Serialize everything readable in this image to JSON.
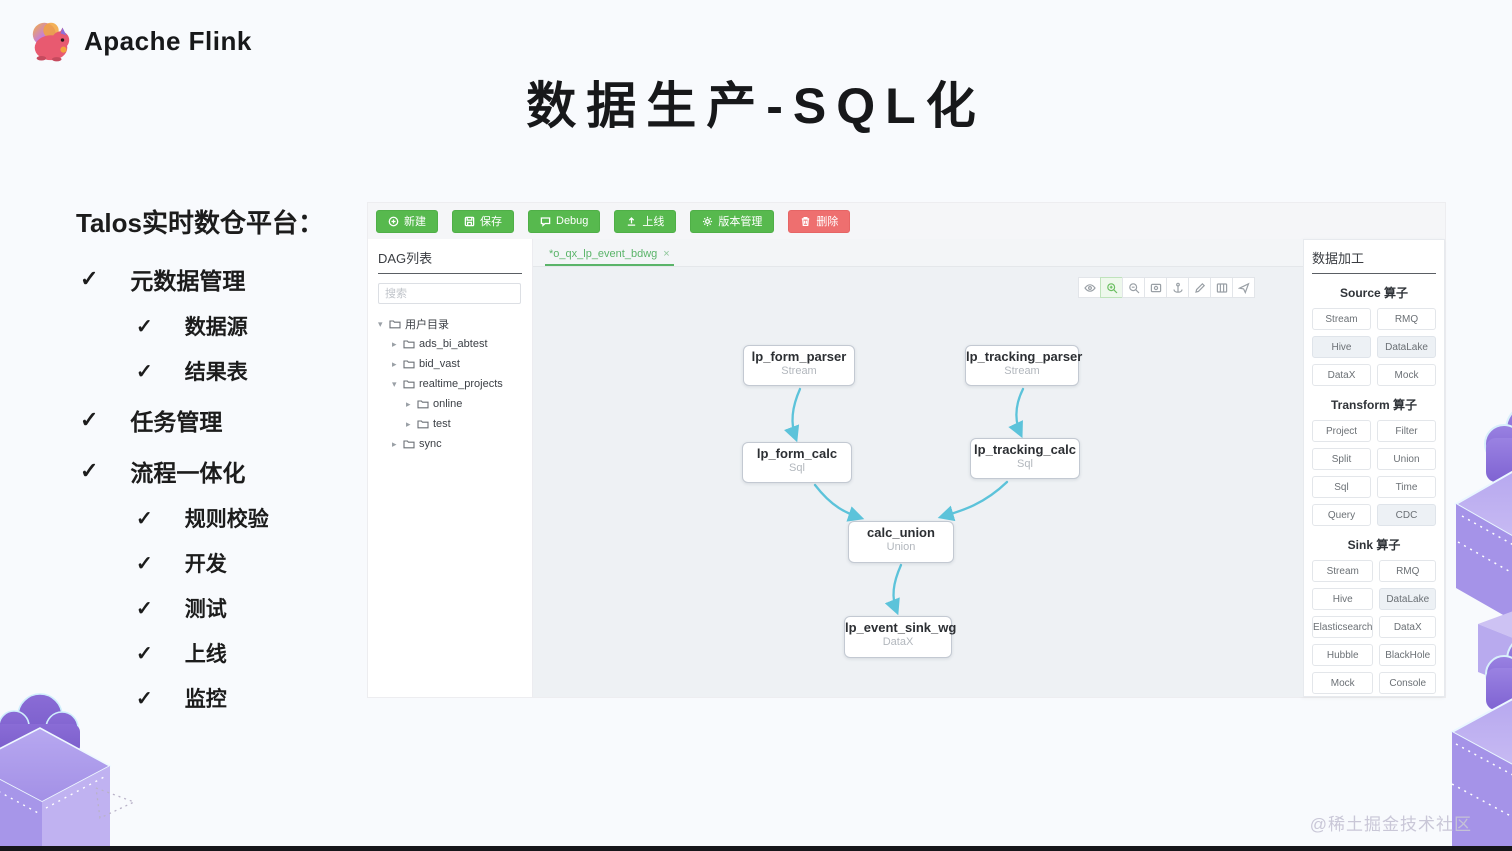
{
  "slide": {
    "brand": "Apache Flink",
    "title": "数据生产-SQL化",
    "watermark": "@稀土掘金技术社区"
  },
  "checklist": {
    "heading": "Talos实时数仓平台：",
    "items": [
      {
        "label": "元数据管理",
        "level": 1
      },
      {
        "label": "数据源",
        "level": 2
      },
      {
        "label": "结果表",
        "level": 2
      },
      {
        "label": "任务管理",
        "level": 1
      },
      {
        "label": "流程一体化",
        "level": 1
      },
      {
        "label": "规则校验",
        "level": 2
      },
      {
        "label": "开发",
        "level": 2
      },
      {
        "label": "测试",
        "level": 2
      },
      {
        "label": "上线",
        "level": 2
      },
      {
        "label": "监控",
        "level": 2
      }
    ]
  },
  "app": {
    "toolbar": {
      "buttons": [
        {
          "label": "新建",
          "icon": "plus-circle-icon"
        },
        {
          "label": "保存",
          "icon": "save-icon"
        },
        {
          "label": "Debug",
          "icon": "message-icon"
        },
        {
          "label": "上线",
          "icon": "upload-icon"
        },
        {
          "label": "版本管理",
          "icon": "gear-icon"
        },
        {
          "label": "删除",
          "icon": "trash-icon",
          "danger": true
        }
      ]
    },
    "dag_panel": {
      "title": "DAG列表",
      "search_placeholder": "搜索",
      "tree": [
        {
          "label": "用户目录",
          "level": 0,
          "expanded": true
        },
        {
          "label": "ads_bi_abtest",
          "level": 1,
          "expanded": false
        },
        {
          "label": "bid_vast",
          "level": 1,
          "expanded": false
        },
        {
          "label": "realtime_projects",
          "level": 1,
          "expanded": true
        },
        {
          "label": "online",
          "level": 2,
          "expanded": false
        },
        {
          "label": "test",
          "level": 2,
          "expanded": false
        },
        {
          "label": "sync",
          "level": 1,
          "expanded": false
        }
      ]
    },
    "tab": {
      "label": "*o_qx_lp_event_bdwg",
      "close": "×"
    },
    "canvas_toolbar_icons": [
      "eye-icon",
      "zoom-in-icon",
      "zoom-out-icon",
      "screenshot-icon",
      "anchor-icon",
      "edit-icon",
      "minimap-icon",
      "send-icon"
    ],
    "nodes": [
      {
        "name": "lp_form_parser",
        "type": "Stream"
      },
      {
        "name": "lp_tracking_parser",
        "type": "Stream"
      },
      {
        "name": "lp_form_calc",
        "type": "Sql"
      },
      {
        "name": "lp_tracking_calc",
        "type": "Sql"
      },
      {
        "name": "calc_union",
        "type": "Union"
      },
      {
        "name": "lp_event_sink_wg",
        "type": "DataX"
      }
    ],
    "palette": {
      "title": "数据加工",
      "sections": [
        {
          "title": "Source 算子",
          "items": [
            {
              "label": "Stream"
            },
            {
              "label": "RMQ"
            },
            {
              "label": "Hive",
              "shaded": true
            },
            {
              "label": "DataLake",
              "shaded": true
            },
            {
              "label": "DataX"
            },
            {
              "label": "Mock"
            }
          ]
        },
        {
          "title": "Transform 算子",
          "items": [
            {
              "label": "Project"
            },
            {
              "label": "Filter"
            },
            {
              "label": "Split"
            },
            {
              "label": "Union"
            },
            {
              "label": "Sql"
            },
            {
              "label": "Time"
            },
            {
              "label": "Query"
            },
            {
              "label": "CDC",
              "shaded": true
            }
          ]
        },
        {
          "title": "Sink 算子",
          "items": [
            {
              "label": "Stream"
            },
            {
              "label": "RMQ"
            },
            {
              "label": "Hive"
            },
            {
              "label": "DataLake",
              "shaded": true
            },
            {
              "label": "Elasticsearch"
            },
            {
              "label": "DataX"
            },
            {
              "label": "Hubble"
            },
            {
              "label": "BlackHole"
            },
            {
              "label": "Mock"
            },
            {
              "label": "Console"
            }
          ]
        }
      ]
    }
  },
  "colors": {
    "button_green": "#57b94e",
    "button_red": "#ee6f6f",
    "tab_green": "#5ab469",
    "arrow_cyan": "#5cc3da",
    "deco_purple": "#8f7ce0"
  }
}
